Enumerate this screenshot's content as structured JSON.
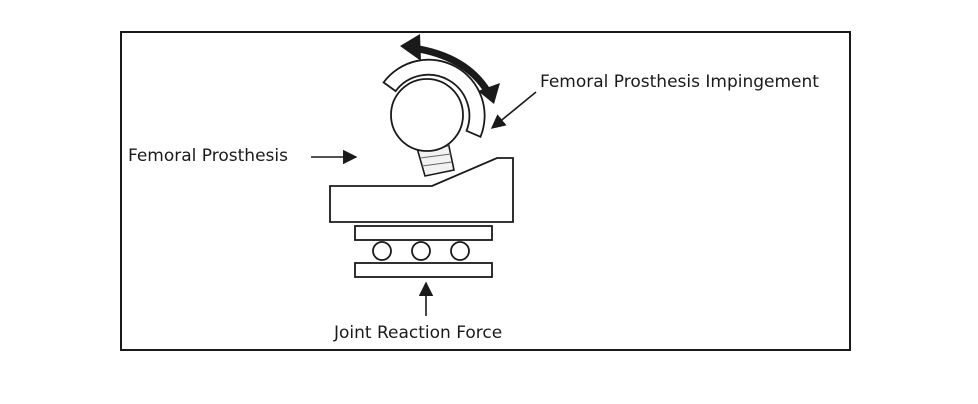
{
  "labels": {
    "impingement": "Femoral Prosthesis Impingement",
    "prosthesis": "Femoral Prosthesis",
    "force": "Joint Reaction Force"
  },
  "colors": {
    "stroke": "#1a1a1a",
    "fill": "#ffffff",
    "background": "#ffffff"
  },
  "icons": {
    "rotation": "curved-double-arrow-icon"
  }
}
